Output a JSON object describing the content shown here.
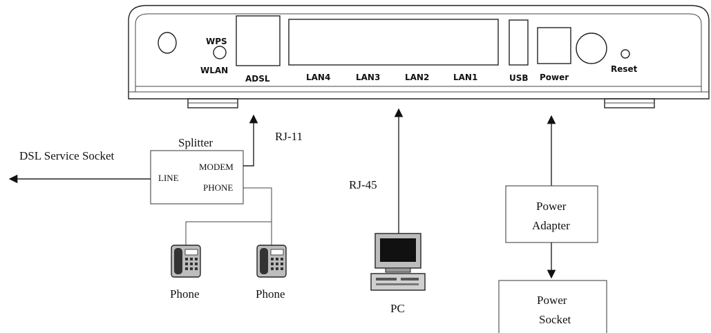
{
  "router": {
    "wps_label": "WPS",
    "wlan_label": "WLAN",
    "adsl_label": "ADSL",
    "lan4_label": "LAN4",
    "lan3_label": "LAN3",
    "lan2_label": "LAN2",
    "lan1_label": "LAN1",
    "usb_label": "USB",
    "power_label": "Power",
    "reset_label": "Reset"
  },
  "splitter": {
    "title": "Splitter",
    "line_label": "LINE",
    "modem_label": "MODEM",
    "phone_label": "PHONE"
  },
  "connections": {
    "dsl_socket_label": "DSL Service Socket",
    "rj11_label": "RJ-11",
    "rj45_label": "RJ-45"
  },
  "devices": {
    "phone1_label": "Phone",
    "phone2_label": "Phone",
    "pc_label": "PC"
  },
  "power": {
    "adapter_line1": "Power",
    "adapter_line2": "Adapter",
    "socket_line1": "Power",
    "socket_line2": "Socket"
  }
}
